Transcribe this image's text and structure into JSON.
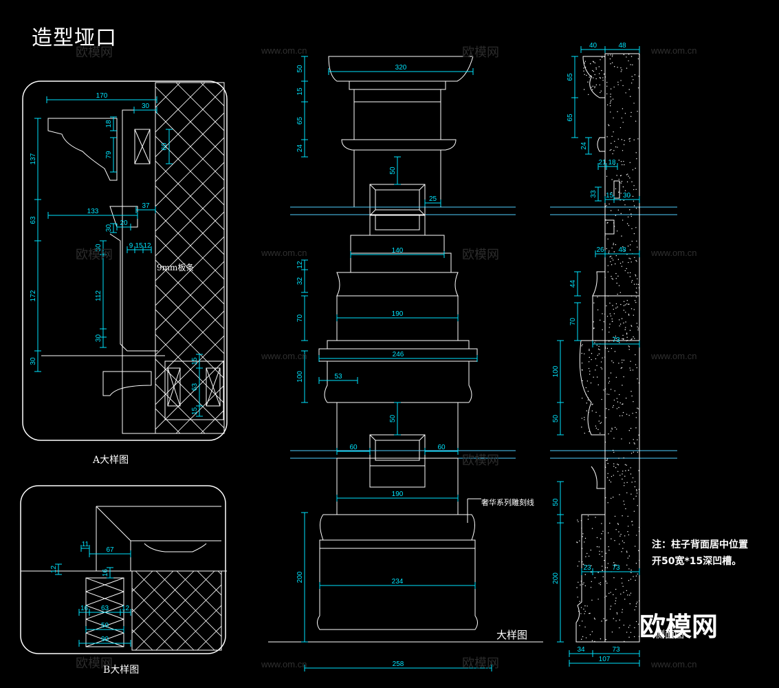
{
  "title": "造型垭口",
  "captions": {
    "detail_a": "A大样图",
    "detail_b": "B大样图",
    "front": "大样图",
    "side": "侧面图"
  },
  "callouts": {
    "board": "9mm板条",
    "carving": "奢华系列雕刻线"
  },
  "note": {
    "line1": "注：柱子背面居中位置",
    "line2": "开50宽*15深凹槽。"
  },
  "watermark": {
    "url": "www.om.cn",
    "cn": "欧模网",
    "brand": "欧模网"
  },
  "colors": {
    "background": "#000000",
    "outline": "#ffffff",
    "dimension": "#00e5ff",
    "section_line": "#4fd0ff"
  },
  "dims": {
    "a": [
      "170",
      "30",
      "18",
      "137",
      "79",
      "60",
      "133",
      "37",
      "63",
      "30",
      "20",
      "30",
      "9",
      "15",
      "12",
      "172",
      "112",
      "30",
      "30",
      "15",
      "63",
      "15"
    ],
    "b": [
      "11",
      "67",
      "12",
      "16",
      "16",
      "63",
      "12",
      "50",
      "90"
    ],
    "front": [
      "50",
      "320",
      "15",
      "65",
      "24",
      "50",
      "25",
      "140",
      "12",
      "32",
      "190",
      "70",
      "246",
      "100",
      "53",
      "50",
      "60",
      "60",
      "190",
      "200",
      "234",
      "258"
    ],
    "side": [
      "40",
      "48",
      "65",
      "65",
      "24",
      "21",
      "18",
      "33",
      "15",
      "30",
      "26",
      "48",
      "44",
      "70",
      "73",
      "100",
      "50",
      "50",
      "23",
      "73",
      "200",
      "34",
      "73",
      "107"
    ]
  }
}
